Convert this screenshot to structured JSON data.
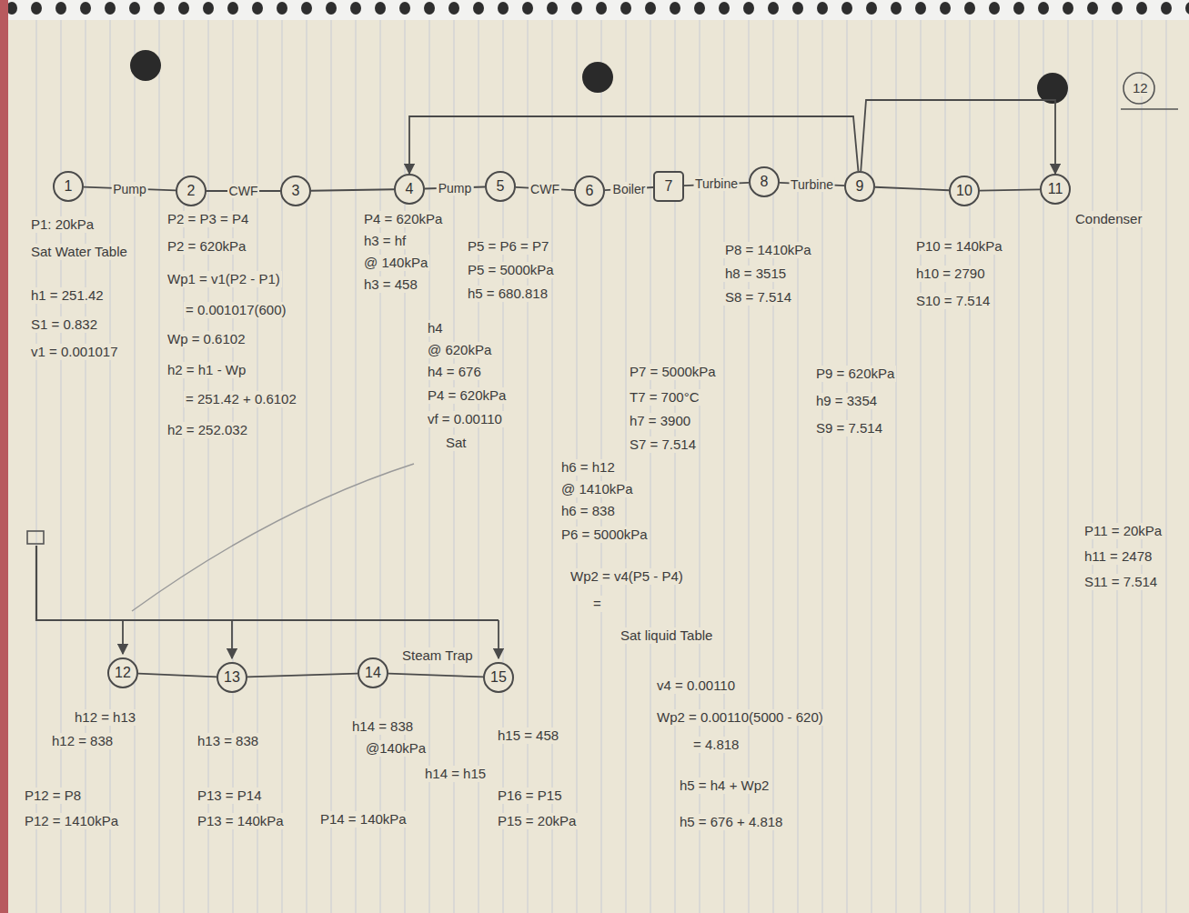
{
  "diagram": {
    "nodes": [
      {
        "text": [
          "1"
        ]
      },
      {
        "text": [
          "2"
        ]
      },
      {
        "text": [
          "3"
        ]
      },
      {
        "text": [
          "4"
        ]
      },
      {
        "text": [
          "5"
        ]
      },
      {
        "text": [
          "6"
        ]
      },
      {
        "text": [
          "7"
        ]
      },
      {
        "text": [
          "8"
        ]
      },
      {
        "text": [
          "9"
        ]
      },
      {
        "text": [
          "10"
        ]
      },
      {
        "text": [
          "11"
        ]
      },
      {
        "text": [
          "12"
        ]
      },
      {
        "text": [
          "13"
        ]
      },
      {
        "text": [
          "14"
        ]
      },
      {
        "text": [
          "15"
        ]
      }
    ],
    "edges": [
      {
        "from": 0,
        "to": 1,
        "label": "Pump",
        "arrow": "none"
      },
      {
        "from": 1,
        "to": 2,
        "label": "CWF",
        "arrow": "none"
      },
      {
        "from": 2,
        "to": 3,
        "arrow": "none"
      },
      {
        "from": 3,
        "to": 4,
        "label": "Pump",
        "arrow": "none"
      },
      {
        "from": 4,
        "to": 5,
        "label": "CWF",
        "arrow": "none"
      },
      {
        "from": 5,
        "to": 6,
        "label": "Boiler",
        "arrow": "none"
      },
      {
        "from": 6,
        "to": 7,
        "label": "Turbine",
        "arrow": "none"
      },
      {
        "from": 7,
        "to": 8,
        "label": "Turbine",
        "arrow": "none"
      },
      {
        "from": 8,
        "to": 9,
        "arrow": "none"
      },
      {
        "from": 9,
        "to": 10,
        "arrow": "none"
      },
      {
        "from": 8,
        "to": 3,
        "arrow": "to"
      },
      {
        "from": 8,
        "to": 10,
        "arrow": "to"
      },
      {
        "from": 11,
        "to": 12,
        "arrow": "none"
      },
      {
        "from": 12,
        "to": 13,
        "arrow": "none"
      },
      {
        "from": 13,
        "to": 14,
        "arrow": "none"
      }
    ],
    "labels": [
      "P1: 20kPa",
      "Sat Water Table",
      "h1 = 251.42",
      "S1 = 0.832",
      "v1 = 0.001017",
      "P2 = P3 = P4",
      "P2 = 620kPa",
      "Wp1 = v1(P2 - P1)",
      "= 0.001017(600)",
      "Wp = 0.6102",
      "h2 = h1 - Wp",
      "= 251.42 + 0.6102",
      "h2 = 252.032",
      "P4 = 620kPa",
      "h3 = hf",
      "@ 140kPa",
      "h3 = 458",
      "h4",
      "@ 620kPa",
      "h4 = 676",
      "P4 = 620kPa",
      "vf = 0.00110",
      "Sat",
      "P5 = P6 = P7",
      "P5 = 5000kPa",
      "h5 = 680.818",
      "P8 = 1410kPa",
      "h8 = 3515",
      "S8 = 7.514",
      "P7 = 5000kPa",
      "T7 = 700°C",
      "h7 = 3900",
      "S7 = 7.514",
      "P9 = 620kPa",
      "h9 = 3354",
      "S9 = 7.514",
      "P10 = 140kPa",
      "h10 = 2790",
      "S10 = 7.514",
      "P11 = 20kPa",
      "h11 = 2478",
      "S11 = 7.514",
      "h6 = h12",
      "@ 1410kPa",
      "h6 = 838",
      "P6 = 5000kPa",
      "Wp2 = v4(P5 - P4)",
      "=",
      "Sat liquid Table",
      "v4 = 0.00110",
      "Wp2 = 0.00110(5000 - 620)",
      "= 4.818",
      "h5 = h4 + Wp2",
      "h5 = 676 + 4.818",
      "h12 = h13",
      "h12 = 838",
      "P12 = P8",
      "P12 = 1410kPa",
      "h13 = 838",
      "P13 = P14",
      "P13 = 140kPa",
      "Steam Trap",
      "h14 = 838",
      "@140kPa",
      "h14 = h15",
      "P14 = 140kPa",
      "h15 = 458",
      "P16 = P15",
      "P15 = 20kPa",
      "Condenser",
      "12"
    ]
  }
}
